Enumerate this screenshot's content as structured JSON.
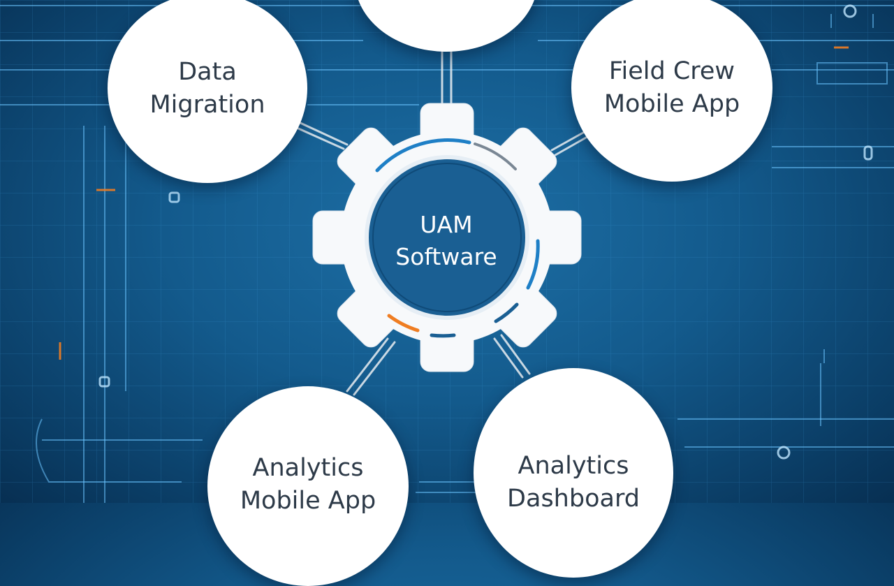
{
  "diagram": {
    "center": {
      "label": "UAM\nSoftware"
    },
    "nodes": [
      {
        "id": "data-migration",
        "label": "Data\nMigration"
      },
      {
        "id": "field-crew",
        "label": "Field Crew\nMobile App"
      },
      {
        "id": "analytics-mobile",
        "label": "Analytics\nMobile App"
      },
      {
        "id": "analytics-dashboard",
        "label": "Analytics\nDashboard"
      }
    ],
    "colors": {
      "background": "#135a8c",
      "grid_line": "#3fa0e0",
      "node_fill": "#ffffff",
      "node_text": "#2d3a48",
      "gear_fill": "#f7f9fb",
      "gear_center": "#1a5f93",
      "accent_blue": "#1e7fc6",
      "accent_orange": "#ef7d22"
    }
  }
}
